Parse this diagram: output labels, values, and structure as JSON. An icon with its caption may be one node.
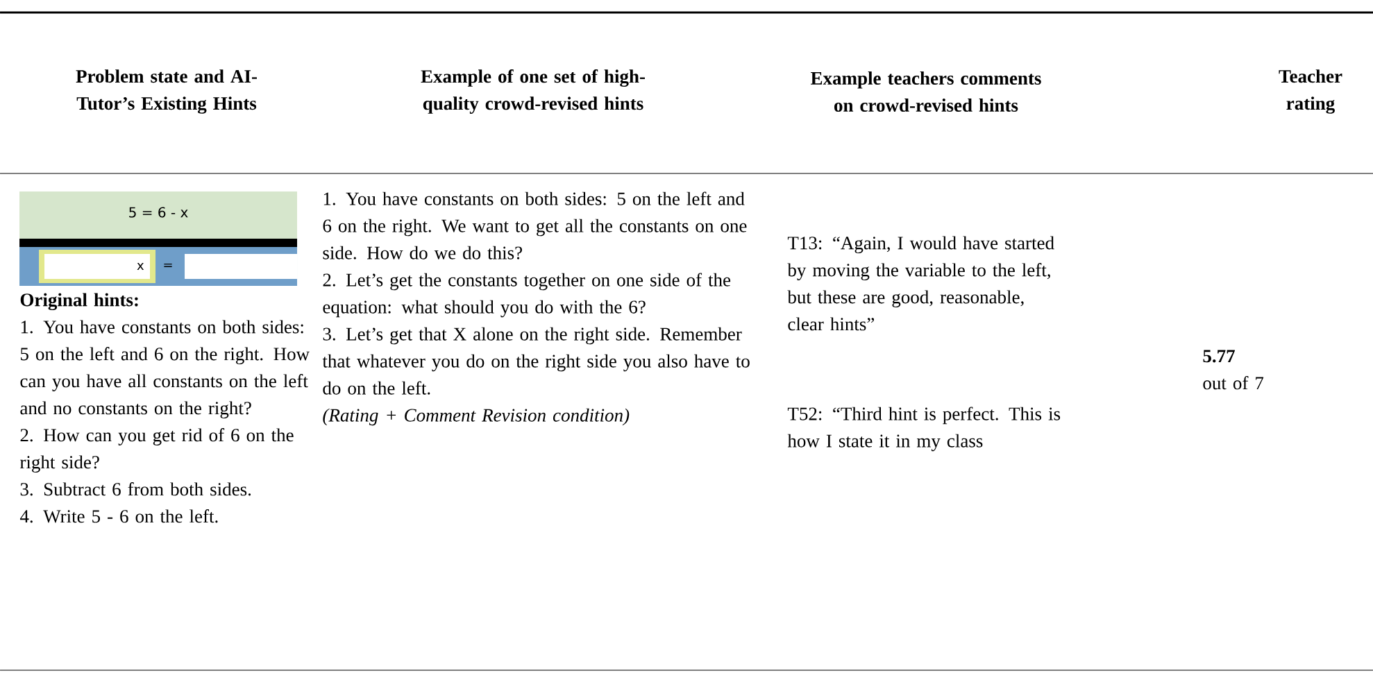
{
  "diagram": {
    "labels": [
      "Problem state and AI-Tutor’s Existing Hints",
      "Example of one set of high-quality crowd-revised hints",
      "Example teachers comments on crowd-revised hints",
      "Teacher rating",
      "5 = 6 - x",
      "x",
      "=",
      "Original hints:",
      "1. You have constants on both sides: 5 on the left and 6 on the right. How can you have all constants on the left and no constants on the right?",
      "2. How can you get rid of 6 on the right side?",
      "3. Subtract 6 from both sides.",
      "4. Write 5 - 6 on the left.",
      "1. You have constants on both sides: 5 on the left and 6 on the right. We want to get all the constants on one side. How do we do this?",
      "2. Let’s get the constants together on one side of the equation: what should you do with the 6?",
      "3. Let’s get that X alone on the right side. Remember that whatever you do on the right side you also have to do on the left.",
      "(Rating + Comment Revision condition)",
      "T13: “Again, I would have started by moving the variable to the left, but these are good, reasonable, clear hints”",
      "T52: “Third hint is perfect. This is how I state it in my class",
      "5.77",
      "out of 7"
    ]
  }
}
